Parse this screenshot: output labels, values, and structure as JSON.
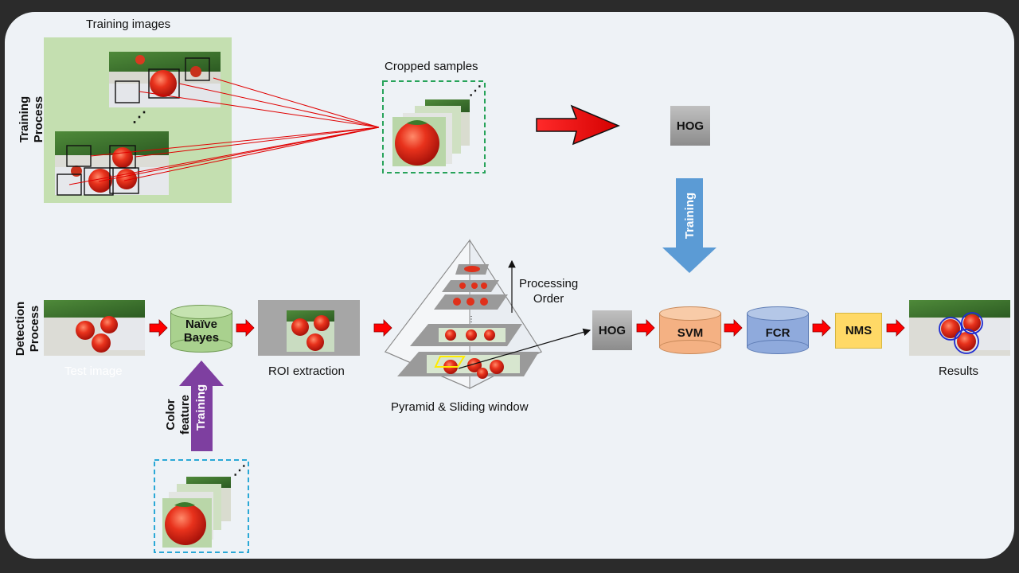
{
  "labels": {
    "training_images": "Training images",
    "cropped_samples": "Cropped samples",
    "training_process": "Training\nProcess",
    "detection_process": "Detection\nProcess",
    "hog_top": "HOG",
    "training_down": "Training",
    "test_image": "Test image",
    "naive_bayes": "Naïve\nBayes",
    "roi_extraction": "ROI extraction",
    "pyramid_sliding": "Pyramid & Sliding window",
    "processing_order": "Processing\nOrder",
    "hog_det": "HOG",
    "svm": "SVM",
    "fcr": "FCR",
    "nms": "NMS",
    "results": "Results",
    "color_feature": "Color\nfeature",
    "training_up": "Training"
  },
  "colors": {
    "slide_bg": "#eef2f6",
    "training_panel": "#c4dfb0",
    "hog_box": "#9e9e9e",
    "blue_arrow": "#5b9bd5",
    "purple_arrow": "#7e3fa0",
    "naive_bayes": "#a9d18e",
    "svm": "#f4b183",
    "fcr": "#8faadc",
    "nms": "#ffd966",
    "red_arrow": "#ff0000",
    "green_dash": "#27a35a",
    "cyan_dash": "#2aa8d6"
  }
}
